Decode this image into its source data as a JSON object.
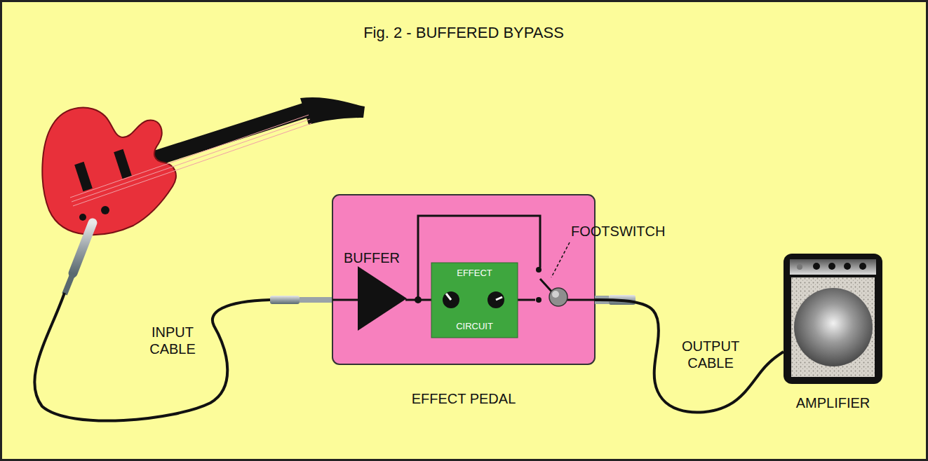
{
  "diagram": {
    "title": "Fig. 2 - BUFFERED BYPASS",
    "nodes": [
      {
        "text": [
          "EFFECT PEDAL"
        ]
      },
      {
        "text": [
          "EFFECT",
          "CIRCUIT"
        ],
        "in": 0
      },
      {
        "text": [
          "AMPLIFIER"
        ]
      }
    ],
    "edges": [
      {
        "from": 0,
        "to": 2,
        "arrow": "none",
        "label": "OUTPUT CABLE"
      }
    ],
    "labels": [
      "BUFFER",
      "FOOTSWITCH",
      "INPUT CABLE"
    ]
  }
}
